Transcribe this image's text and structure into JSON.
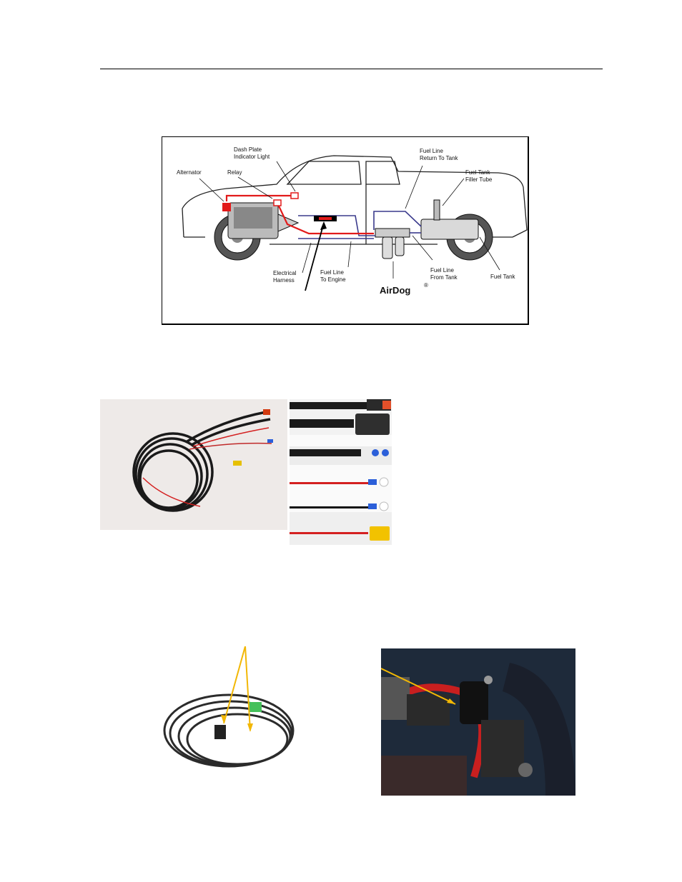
{
  "diagram": {
    "labels": {
      "dash_plate_1": "Dash Plate",
      "dash_plate_2": "Indicator Light",
      "alternator": "Alternator",
      "relay": "Relay",
      "fuel_return_1": "Fuel Line",
      "fuel_return_2": "Return To Tank",
      "filler_1": "Fuel Tank",
      "filler_2": "Filler Tube",
      "harness_1": "Electrical",
      "harness_2": "Harness",
      "to_engine_1": "Fuel Line",
      "to_engine_2": "To Engine",
      "from_tank_1": "Fuel Line",
      "from_tank_2": "From Tank",
      "fuel_tank": "Fuel Tank",
      "brand": "AirDog",
      "reg": "®"
    },
    "colors": {
      "power": "#e21a1a",
      "fuel": "#3a3a8c",
      "tank": "#d9d9d9"
    }
  },
  "photos": {
    "harness_coiled": "wiring-harness-photo",
    "connector_strip": "connector-detail-photos",
    "harness_braided": "braided-harness-photo",
    "engine_bay": "engine-bay-connector-photo",
    "arrow_color": "#f2b705"
  }
}
